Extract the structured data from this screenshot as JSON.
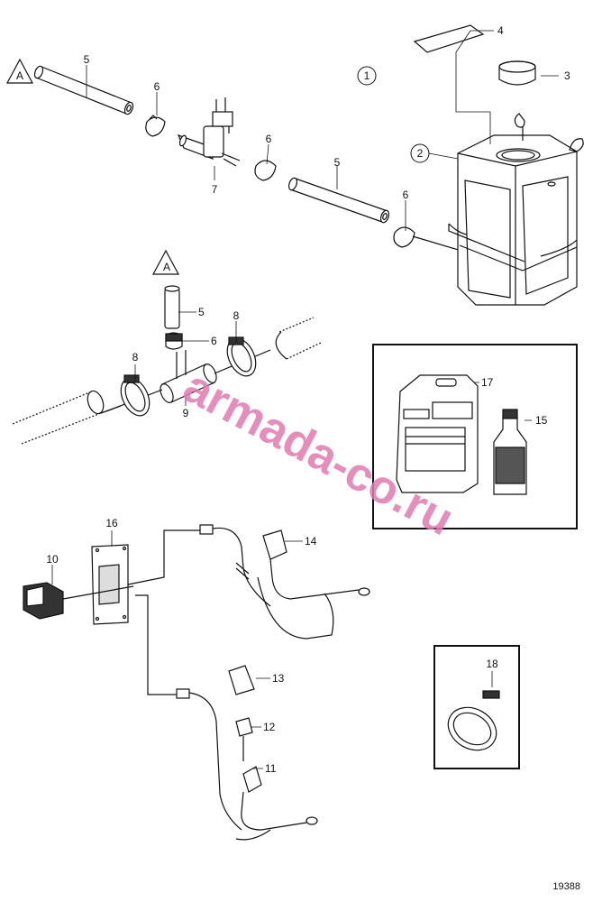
{
  "diagram": {
    "figure_number": "19388",
    "watermark": "armada-co.ru",
    "group_labels": [
      "1",
      "2"
    ],
    "part_labels": [
      "3",
      "4",
      "5",
      "5",
      "5",
      "6",
      "6",
      "6",
      "6",
      "7",
      "8",
      "8",
      "9",
      "10",
      "11",
      "12",
      "13",
      "14",
      "15",
      "16",
      "17",
      "18"
    ],
    "reference_marker": "A"
  }
}
